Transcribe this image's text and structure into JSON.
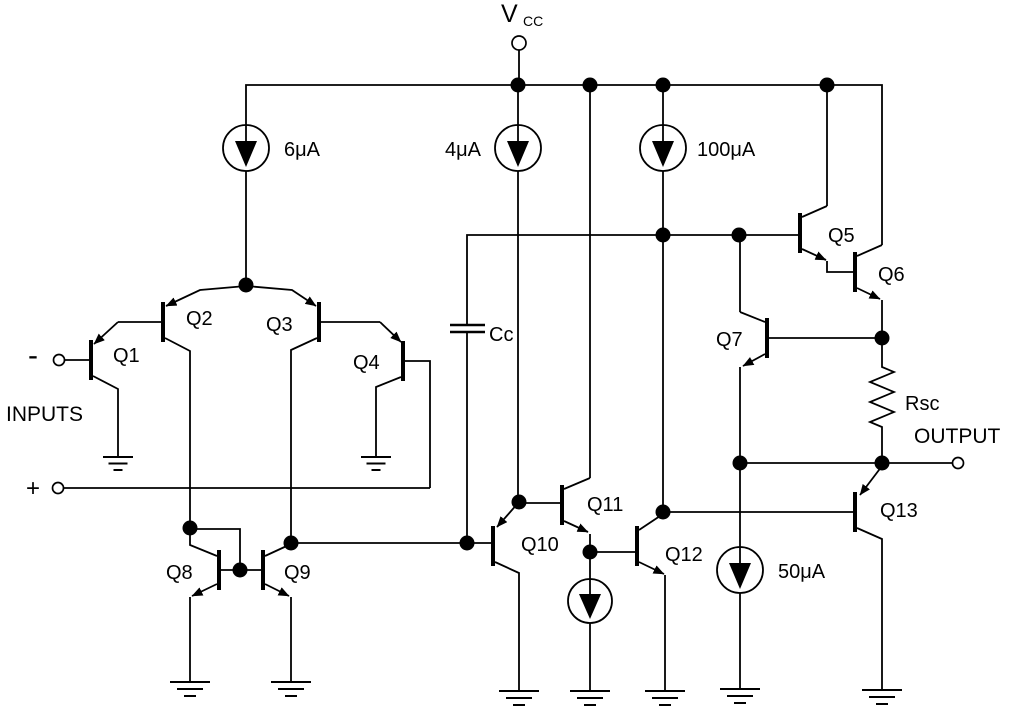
{
  "colors": {
    "line": "#000000",
    "background": "#ffffff"
  },
  "power": {
    "vcc_main": "V",
    "vcc_sub": "CC"
  },
  "current_sources": {
    "i6": "6μA",
    "i4": "4μA",
    "i100": "100μA",
    "i50": "50μA"
  },
  "transistors": {
    "q1": "Q1",
    "q2": "Q2",
    "q3": "Q3",
    "q4": "Q4",
    "q5": "Q5",
    "q6": "Q6",
    "q7": "Q7",
    "q8": "Q8",
    "q9": "Q9",
    "q10": "Q10",
    "q11": "Q11",
    "q12": "Q12",
    "q13": "Q13"
  },
  "passives": {
    "cap": "Cc",
    "resistor": "Rsc"
  },
  "io": {
    "inputs": "INPUTS",
    "output": "OUTPUT",
    "inverting_sign": "-",
    "noninverting_sign": "+"
  }
}
